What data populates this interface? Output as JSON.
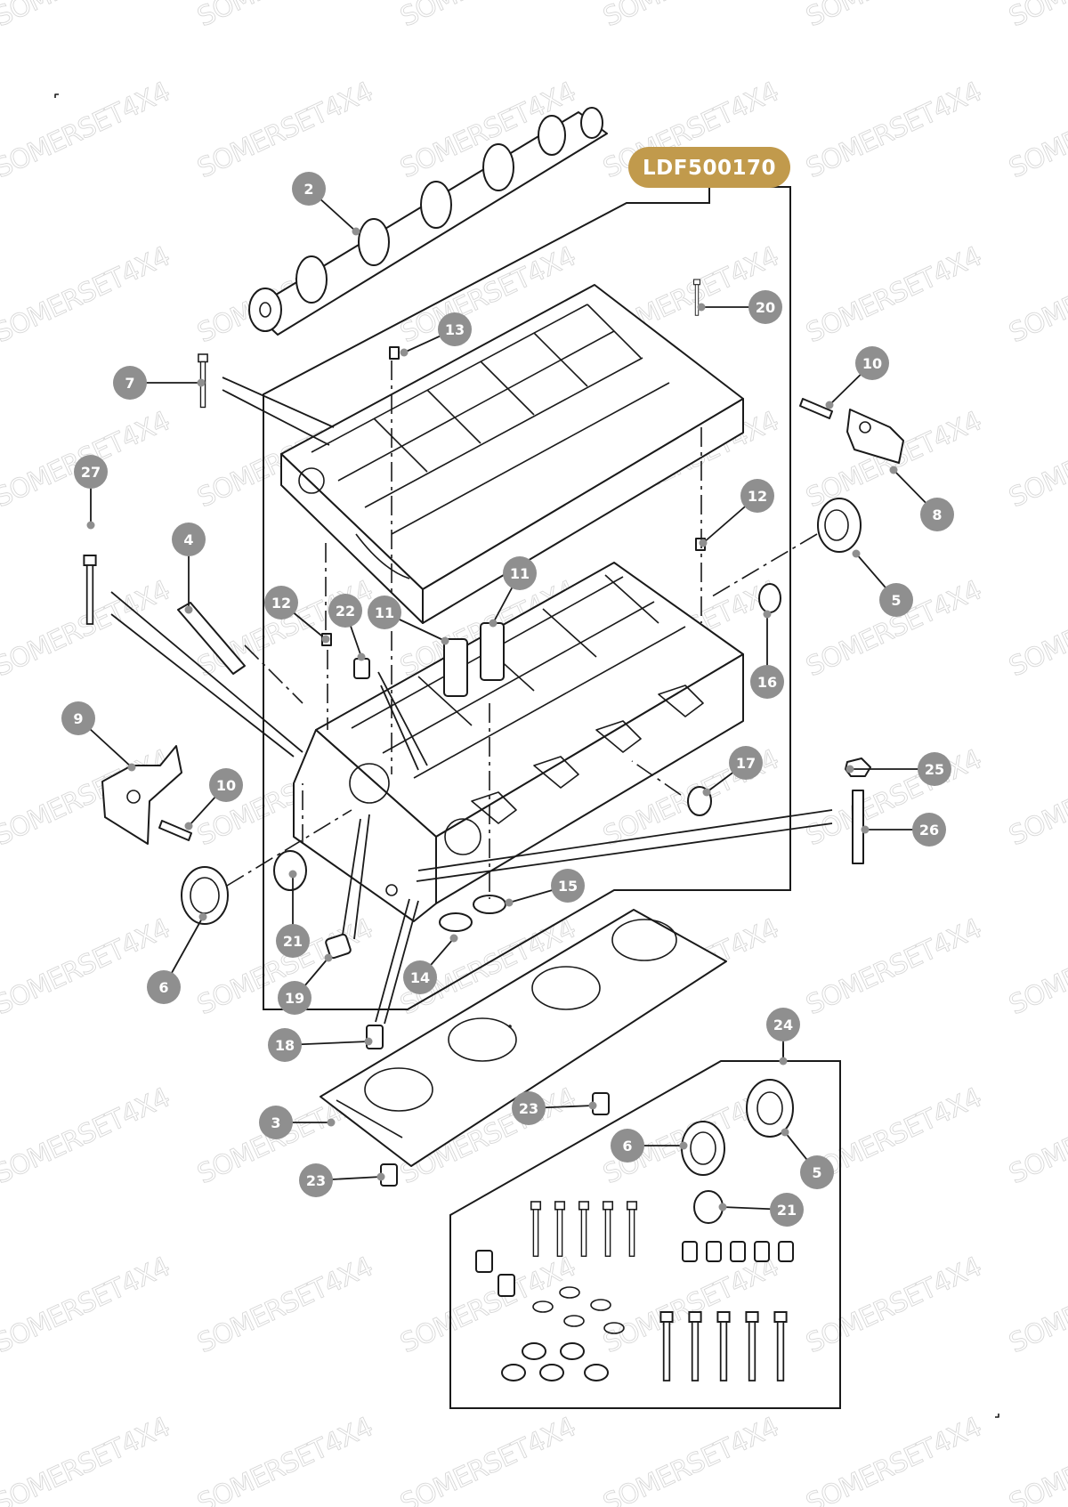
{
  "watermark": "SOMERSET4X4",
  "reference_code": "LDF500170",
  "colors": {
    "badge": "#c19a4c",
    "callout": "#8f8f8f",
    "line": "#1a1a1a"
  },
  "callouts": [
    {
      "label": "2"
    },
    {
      "label": "20"
    },
    {
      "label": "13"
    },
    {
      "label": "7"
    },
    {
      "label": "10"
    },
    {
      "label": "8"
    },
    {
      "label": "27"
    },
    {
      "label": "12"
    },
    {
      "label": "4"
    },
    {
      "label": "5"
    },
    {
      "label": "11"
    },
    {
      "label": "12"
    },
    {
      "label": "22"
    },
    {
      "label": "11"
    },
    {
      "label": "16"
    },
    {
      "label": "9"
    },
    {
      "label": "17"
    },
    {
      "label": "25"
    },
    {
      "label": "10"
    },
    {
      "label": "26"
    },
    {
      "label": "15"
    },
    {
      "label": "21"
    },
    {
      "label": "6"
    },
    {
      "label": "14"
    },
    {
      "label": "19"
    },
    {
      "label": "18"
    },
    {
      "label": "24"
    },
    {
      "label": "23"
    },
    {
      "label": "3"
    },
    {
      "label": "6"
    },
    {
      "label": "5"
    },
    {
      "label": "23"
    },
    {
      "label": "21"
    }
  ]
}
